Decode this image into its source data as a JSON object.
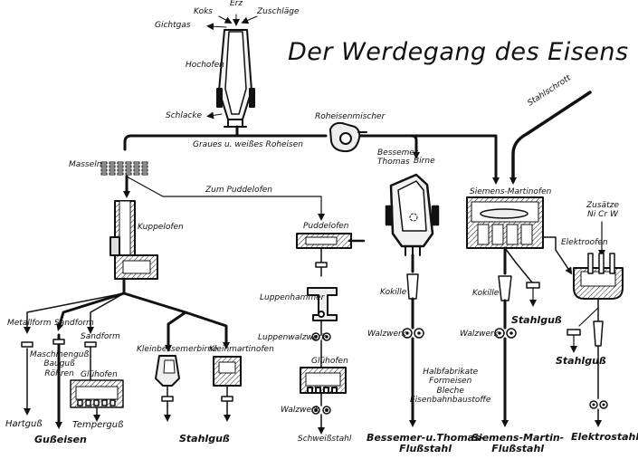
{
  "title": "Der Werdegang des Eisens",
  "labels": {
    "erz": "Erz",
    "koks": "Koks",
    "zuschlaege": "Zuschläge",
    "gichtgas": "Gichtgas",
    "hochofen": "Hochofen",
    "schlacke": "Schlacke",
    "roheisenmischer": "Roheisenmischer",
    "stahlschrott": "Stahlschrott",
    "graues_roheisen": "Graues u. weißes Roheisen",
    "masseln": "Masseln",
    "bessemer_thomas": "Bessemer\nThomas",
    "birne": "Birne",
    "zum_puddelofen": "Zum Puddelofen",
    "siemens_martinofen": "Siemens-Martinofen",
    "zusaetze": "Zusätze\nNi Cr W",
    "kuppelofen": "Kuppelofen",
    "puddelofen": "Puddelofen",
    "elektroofen": "Elektroofen",
    "luppenhammer": "Luppenhammer",
    "kokille_1": "Kokille",
    "kokille_2": "Kokille",
    "metallform": "Metallform",
    "sandform_1": "Sandform",
    "sandform_2": "Sandform",
    "maschinenguss": "Maschinenguß\nBauguß\nRöhren",
    "stahlguss_1": "Stahlguß",
    "luppenwalzwerk": "Luppenwalzwerk",
    "walzwerk_1": "Walzwerk",
    "walzwerk_2": "Walzwerk",
    "kleinbessemerbirne": "Kleinbessemerbirne",
    "kleinmartinofen": "Kleinmartinofen",
    "stahlguss_2": "Stahlguß",
    "gluehofen_1": "Glühofen",
    "gluehofen_2": "Glühofen",
    "walzwerk_3": "Walzwerk",
    "halbfabrikate": "Halbfabrikate\nFormeisen\nBleche\nEisenbahnbaustoffe",
    "hartguss": "Hartguß",
    "temperguss": "Temperguß",
    "gusseisen": "Gußeisen",
    "stahlguss_3": "Stahlguß",
    "schweissstahl": "Schweißstahl",
    "bessemer_thomas_flussstahl": "Bessemer-u.Thomas-\nFlußstahl",
    "siemens_martin_flussstahl": "Siemens-Martin-\nFlußstahl",
    "elektrostahl": "Elektrostahl"
  }
}
